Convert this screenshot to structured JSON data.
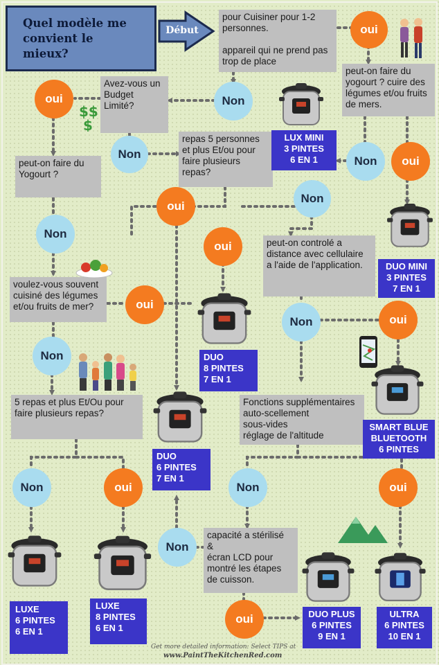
{
  "title": "Quel modèle me\nconvient le\nmieux?",
  "start": "Début",
  "questions": {
    "q1": "pour Cuisiner pour 1-2\npersonnes.\n\nappareil qui ne prend pas\ntrop de place",
    "q2": "Avez-vous un\nBudget Limité?",
    "q3": "peut-on faire du\nyogourt ? cuire des\nlégumes et/ou fruits\nde mers.",
    "q4": "repas 5 personnes\net plus Et/ou pour\nfaire plusieurs\nrepas?",
    "q5": "peut-on faire du\nYogourt ?",
    "q6": "peut-on controlé a\ndistance avec cellulaire\na l'aide de l'application.",
    "q7": "voulez-vous souvent\ncuisiné des légumes\net/ou fruits de mer?",
    "q8": "5 repas et plus Et/Ou pour\nfaire plusieurs repas?",
    "q9": "Fonctions supplémentaires\nauto-scellement\nsous-vides\nréglage de l'altitude",
    "q10": "capacité a stérilisé\n            &\nécran LCD pour\nmontré les étapes\nde cuisson."
  },
  "answers": {
    "yes": "oui",
    "no": "Non"
  },
  "models": {
    "lux_mini": "LUX MINI\n3 PINTES\n6 EN 1",
    "duo_mini": "DUO MINI\n3 PINTES\n7 EN 1",
    "duo8": "DUO\n8 PINTES\n7 EN 1",
    "smart": "SMART BLUE\nBLUETOOTH\n6 PINTES",
    "duo6": "DUO\n6 PINTES\n7 EN 1",
    "luxe6": "LUXE\n6 PINTES\n6 EN 1",
    "luxe8": "LUXE\n8 PINTES\n6 EN 1",
    "duo_plus": "DUO PLUS\n6 PINTES\n9 EN 1",
    "ultra": "ULTRA\n6 PINTES\n10 EN 1"
  },
  "footer": {
    "line1": "Get more detailed information: Select TIPS at",
    "line2": "www.PaintTheKitchenRed.com"
  },
  "colors": {
    "yes": "#f47b20",
    "no": "#a9dcef",
    "model": "#3b35c8",
    "question": "#bfbfbf",
    "title": "#6a89bd",
    "connector": "#6b6b6b"
  },
  "icons": [
    "money-icon",
    "couple-icon",
    "vegetables-icon",
    "family-icon",
    "smartphone-icon",
    "mountain-icon",
    "pressure-cooker-icon"
  ]
}
